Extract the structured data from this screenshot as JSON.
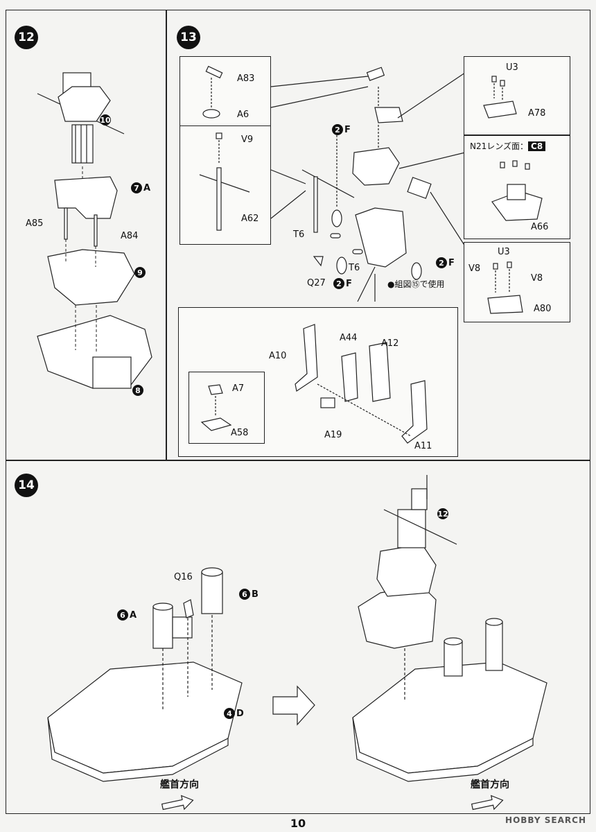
{
  "page_number": "10",
  "watermark": "HOBBY SEARCH",
  "step12": {
    "number": "12",
    "refs": [
      {
        "num": "10",
        "letter": ""
      },
      {
        "num": "7",
        "letter": "A"
      },
      {
        "num": "9",
        "letter": ""
      },
      {
        "num": "8",
        "letter": ""
      }
    ],
    "parts": [
      "A85",
      "A84"
    ]
  },
  "step13": {
    "number": "13",
    "box_a83": [
      "A83",
      "A6"
    ],
    "box_v9": [
      "V9",
      "A62"
    ],
    "box_a78": [
      "U3",
      "A78"
    ],
    "box_a66": {
      "lens_note": "N21レンズ面：",
      "lens_code": "C8",
      "part": "A66"
    },
    "box_a80": [
      "U3",
      "V8",
      "V8",
      "A80"
    ],
    "labels": [
      "T6",
      "T6",
      "Q27"
    ],
    "refs": [
      {
        "num": "2",
        "letter": "F"
      },
      {
        "num": "2",
        "letter": "F"
      },
      {
        "num": "2",
        "letter": "F"
      }
    ],
    "note": "●組図⑮で使用",
    "box_sub": [
      "A10",
      "A44",
      "A12",
      "A19",
      "A11"
    ],
    "box_a58": [
      "A7",
      "A58"
    ]
  },
  "step14": {
    "number": "14",
    "parts": [
      "Q16"
    ],
    "refs": [
      {
        "num": "6",
        "letter": "B"
      },
      {
        "num": "6",
        "letter": "A"
      },
      {
        "num": "4",
        "letter": "D"
      },
      {
        "num": "12",
        "letter": ""
      }
    ],
    "bow_direction": "艦首方向",
    "bow_direction_2": "艦首方向"
  }
}
